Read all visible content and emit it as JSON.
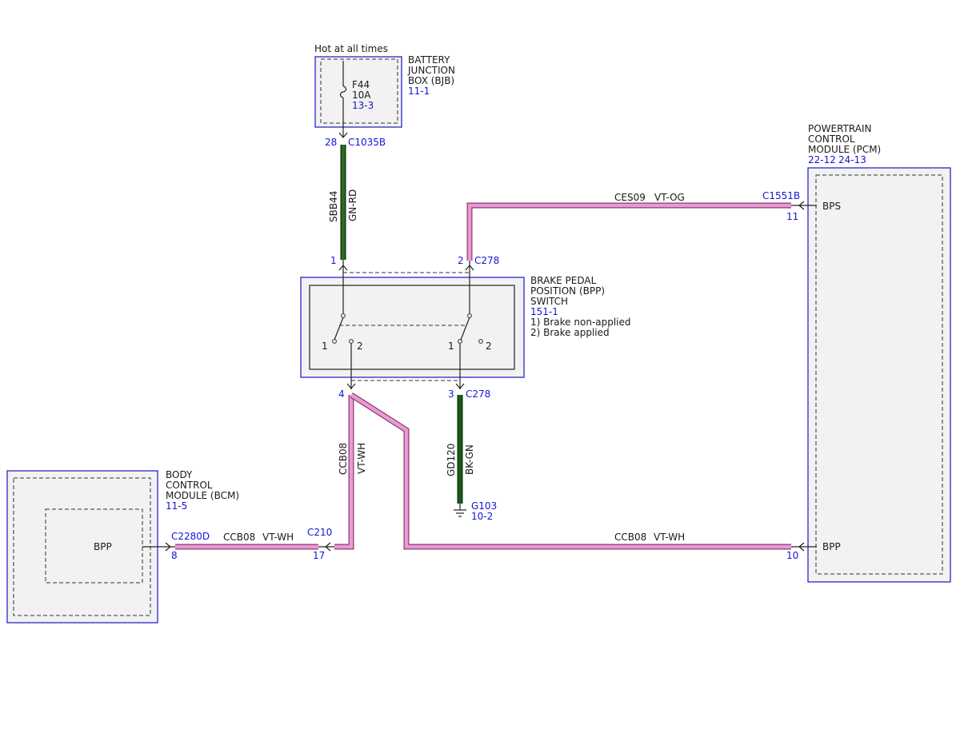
{
  "colors": {
    "module_border": "#2727c9",
    "label_blue": "#1515d6",
    "wire_vt_wh": "#e89ad4",
    "wire_vt_og": "#e89ad4",
    "wire_gn_rd": "#2d6a24",
    "wire_bk_gn": "#175c1b"
  },
  "power": {
    "label": "Hot at all times"
  },
  "bjb": {
    "name_lines": [
      "BATTERY",
      "JUNCTION",
      "BOX (BJB)"
    ],
    "ref": "11-1",
    "fuse": {
      "name": "F44",
      "rating": "10A",
      "ref": "13-3",
      "icon": "fuse-icon"
    },
    "pin": "28",
    "connector": "C1035B"
  },
  "wire_sbb44": {
    "circuit": "SBB44",
    "color": "GN-RD"
  },
  "bpp_switch": {
    "name_lines": [
      "BRAKE PEDAL",
      "POSITION (BPP)",
      "SWITCH"
    ],
    "ref": "151-1",
    "notes": [
      "1) Brake non-applied",
      "2) Brake applied"
    ],
    "top_left_pin": "1",
    "top_right_pin": "2",
    "top_right_connector": "C278",
    "bottom_left_pin": "4",
    "bottom_right_pin": "3",
    "bottom_right_connector": "C278",
    "left_contacts": {
      "a": "1",
      "b": "2"
    },
    "right_contacts": {
      "a": "1",
      "b": "2"
    }
  },
  "wire_ces09": {
    "circuit": "CES09",
    "color": "VT-OG"
  },
  "pcm": {
    "name_lines": [
      "POWERTRAIN",
      "CONTROL",
      "MODULE (PCM)"
    ],
    "refs": [
      "22-12",
      "24-13"
    ],
    "connector": "C1551B",
    "bps_pin": "11",
    "bps_label": "BPS",
    "bpp_pin": "10",
    "bpp_label": "BPP"
  },
  "wire_ccb08_vertical": {
    "circuit": "CCB08",
    "color": "VT-WH"
  },
  "wire_ccb08_bcm": {
    "circuit": "CCB08",
    "color": "VT-WH"
  },
  "wire_ccb08_pcm": {
    "circuit": "CCB08",
    "color": "VT-WH"
  },
  "c210": {
    "connector": "C210",
    "pin": "17"
  },
  "wire_gd120": {
    "circuit": "GD120",
    "color": "BK-GN"
  },
  "ground": {
    "name": "G103",
    "ref": "10-2",
    "icon": "ground-icon"
  },
  "bcm": {
    "name_lines": [
      "BODY",
      "CONTROL",
      "MODULE (BCM)"
    ],
    "ref": "11-5",
    "connector": "C2280D",
    "pin": "8",
    "bpp_label": "BPP"
  }
}
